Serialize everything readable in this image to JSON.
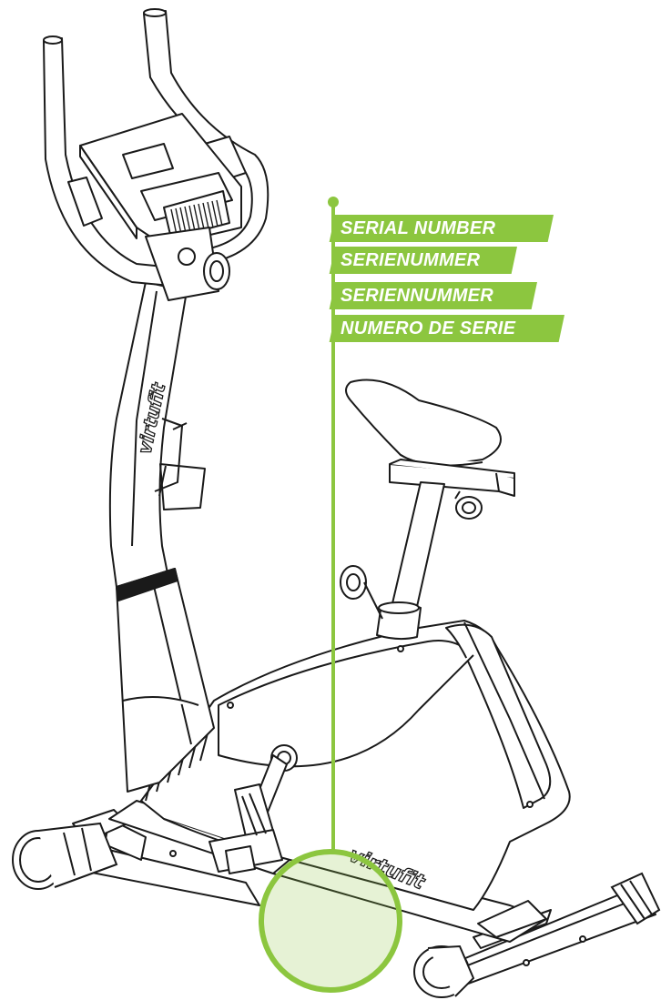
{
  "labels": [
    "SERIAL NUMBER",
    "SERIENUMMER",
    "SERIENNUMMER",
    "NUMERO DE SERIE"
  ],
  "brand_text": "virtufit",
  "colors": {
    "accent": "#8cc63f",
    "highlight_fill": "#e6f4d3",
    "line": "#1a1a1a",
    "label_text": "#ffffff"
  }
}
